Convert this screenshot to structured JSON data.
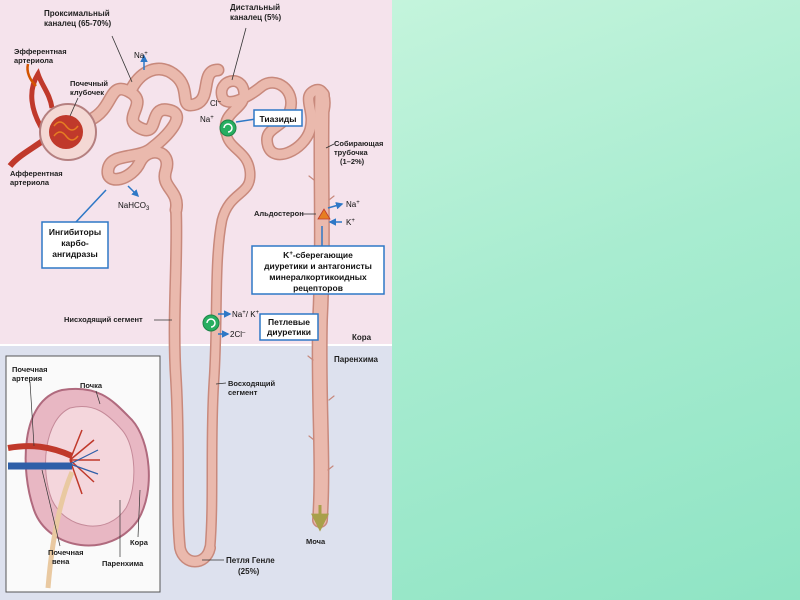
{
  "colors": {
    "cortex_bg": "#f5e3ec",
    "parenchyma_bg": "#dde1ee",
    "tubule": "#eab9ad",
    "tubule_edge": "#c8897c",
    "arrow_blue": "#2e78c6",
    "box_border": "#2e78c6",
    "green_panel": "#a8ecd0"
  },
  "labels": {
    "proximal": [
      "Проксимальный",
      "каналец (65-70%)"
    ],
    "distal": [
      "Дистальный",
      "каналец (5%)"
    ],
    "efferent": [
      "Эфферентная",
      "артериола"
    ],
    "glomerulus": [
      "Почечный",
      "клубочек"
    ],
    "afferent": [
      "Афферентная",
      "артериола"
    ],
    "collecting": [
      "Собирающая",
      "трубочка",
      "(1–2%)"
    ],
    "aldosterone": "Альдостерон",
    "descending": "Нисходящий сегмент",
    "ascending": [
      "Восходящий",
      "сегмент"
    ],
    "loop": [
      "Петля Генле",
      "(25%)"
    ],
    "urine": "Моча",
    "cortex": "Кора",
    "parenchyma": "Паренхима"
  },
  "ions": {
    "na_prox": "Na",
    "na_prox_sup": "+",
    "nahco3": "NaHCO",
    "nahco3_sub": "3",
    "cl_distal": "Cl",
    "cl_distal_sup": "–",
    "na_distal": "Na",
    "na_distal_sup": "+",
    "na_collect": "Na",
    "na_collect_sup": "+",
    "k_collect": "K",
    "k_collect_sup": "+",
    "na_k_loop": "Na",
    "na_k_loop_sup": "+",
    "na_k_loop_sep": "/ K",
    "na_k_loop_sup2": "+",
    "cl_loop": "2Cl",
    "cl_loop_sup": "–"
  },
  "boxes": {
    "carbonic": [
      "Ингибиторы",
      "карбо-",
      "ангидразы"
    ],
    "thiazides": "Тиазиды",
    "k_sparing": [
      "-сберегающие",
      "диуретики и антагонисты",
      "минералкортикоидных",
      "рецепторов"
    ],
    "k_sparing_prefix": "K",
    "k_sparing_sup": "+",
    "loop_diuretics": [
      "Петлевые",
      "диуретики"
    ]
  },
  "inset": {
    "renal_artery": [
      "Почечная",
      "артерия"
    ],
    "kidney": "Почка",
    "renal_vein": [
      "Почечная",
      "вена"
    ],
    "cortex": "Кора",
    "parenchyma": "Паренхима"
  }
}
